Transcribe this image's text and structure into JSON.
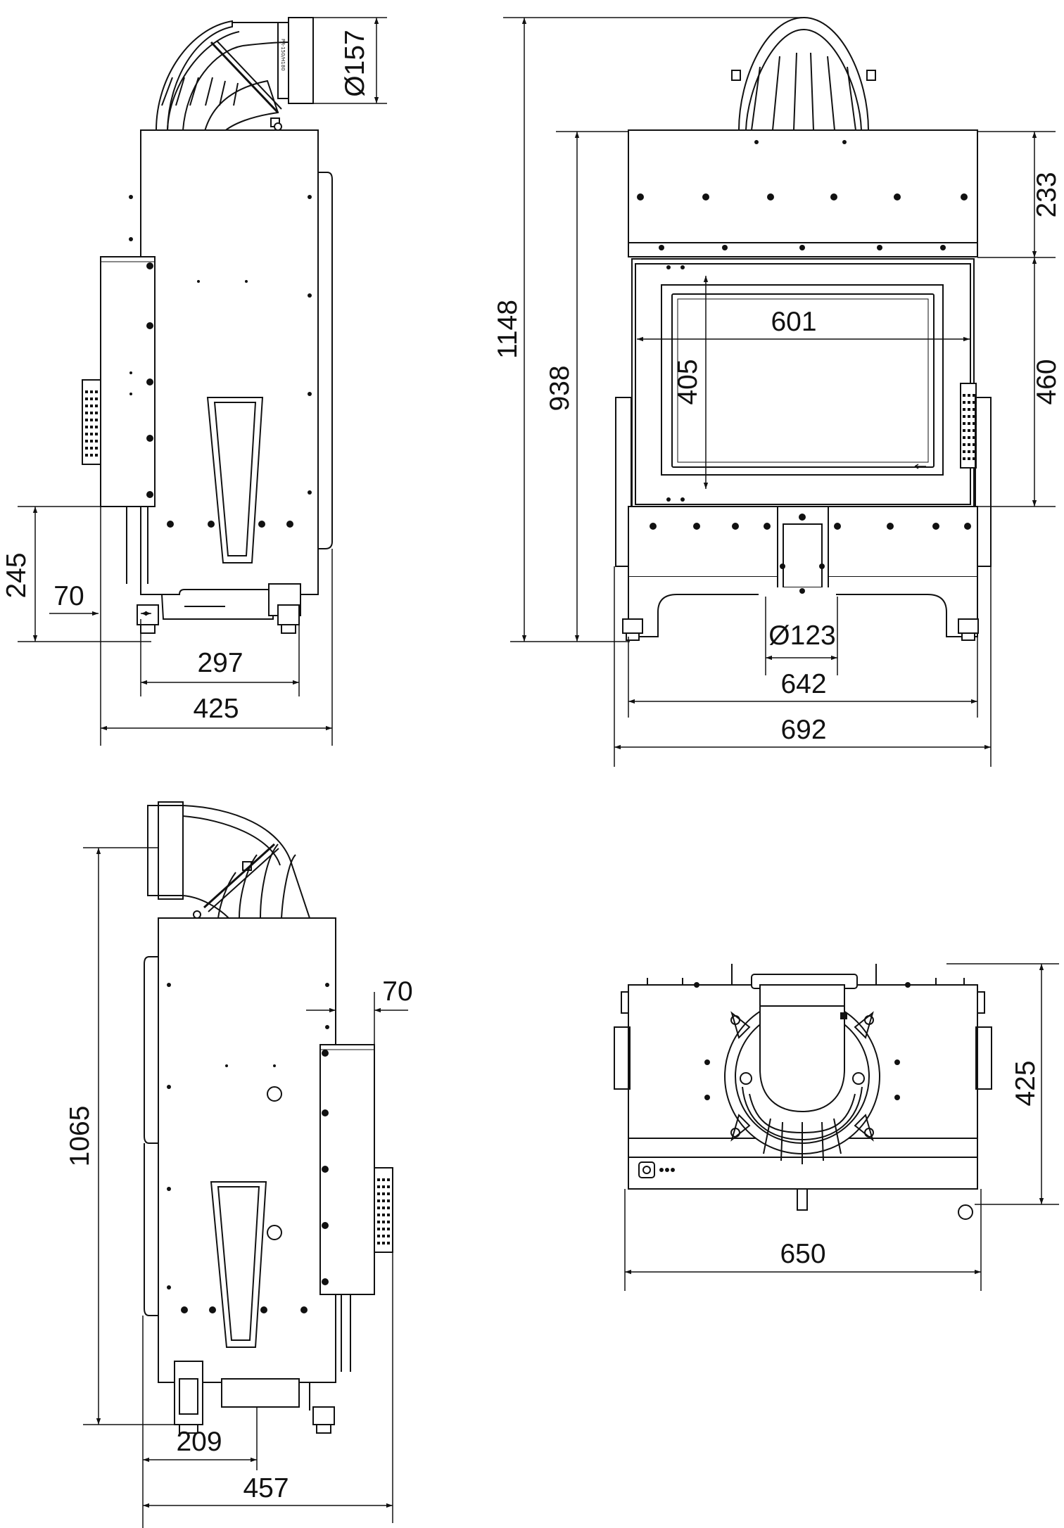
{
  "drawing": {
    "views": {
      "side_left": {
        "flue_diameter": "Ø157",
        "leg_height": "245",
        "offset": "70",
        "depth_inner": "297",
        "depth_total": "425",
        "flue_label": "PR-150/H180"
      },
      "front": {
        "total_height": "1148",
        "body_height": "938",
        "top_height": "233",
        "glass_width": "601",
        "glass_height": "405",
        "door_height": "460",
        "air_inlet": "Ø123",
        "inner_width": "642",
        "total_width": "692"
      },
      "side_right": {
        "total_height": "1065",
        "offset": "70",
        "inlet_offset": "209",
        "total_depth": "457"
      },
      "top": {
        "depth": "425",
        "width": "650"
      }
    }
  }
}
